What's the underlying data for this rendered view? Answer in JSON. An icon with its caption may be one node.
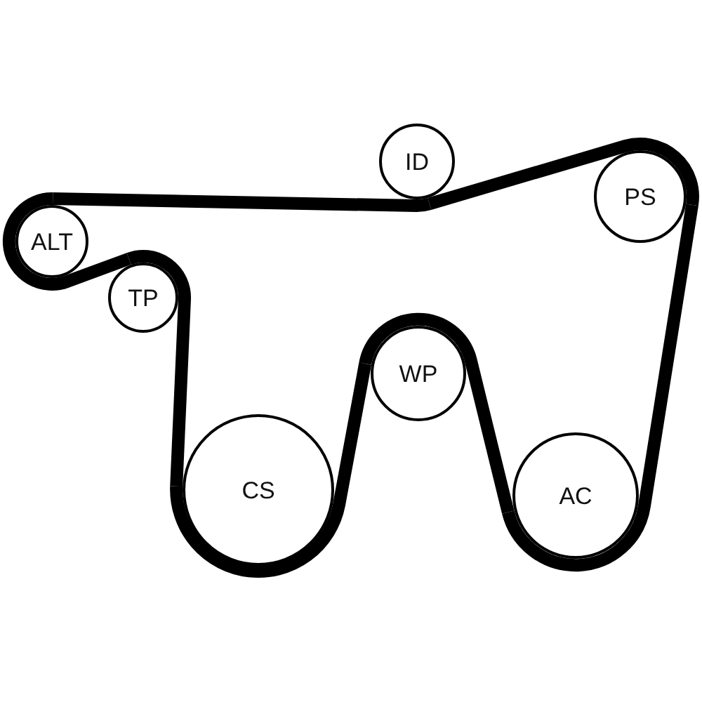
{
  "diagram": {
    "nodes": [
      {
        "text": [
          "ID"
        ]
      },
      {
        "text": [
          "PS"
        ]
      },
      {
        "text": [
          "ALT"
        ]
      },
      {
        "text": [
          "TP"
        ]
      },
      {
        "text": [
          "WP"
        ]
      },
      {
        "text": [
          "CS"
        ]
      },
      {
        "text": [
          "AC"
        ]
      }
    ],
    "edges": [
      {
        "from": 2,
        "to": 0,
        "arrow": "none"
      },
      {
        "from": 0,
        "to": 1,
        "arrow": "none"
      },
      {
        "from": 1,
        "to": 6,
        "arrow": "none"
      },
      {
        "from": 6,
        "to": 4,
        "arrow": "none"
      },
      {
        "from": 4,
        "to": 5,
        "arrow": "none"
      },
      {
        "from": 5,
        "to": 3,
        "arrow": "none"
      },
      {
        "from": 3,
        "to": 2,
        "arrow": "none"
      }
    ]
  }
}
